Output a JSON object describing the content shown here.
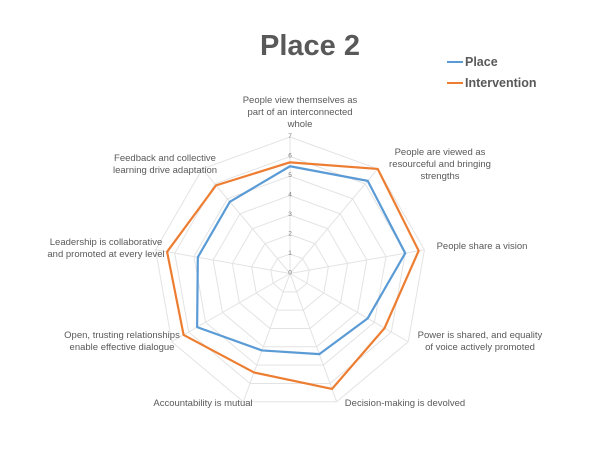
{
  "chart_data": {
    "type": "radar",
    "title": "Place 2",
    "categories": [
      "People view themselves as\npart of an interconnected\nwhole",
      "People are viewed as\nresourceful and bringing\nstrengths",
      "People share a vision",
      "Power is shared, and equality\nof voice actively promoted",
      "Decision-making is devolved",
      "Accountability is mutual",
      "Open, trusting relationships\nenable effective dialogue",
      "Leadership is collaborative\nand promoted at every level",
      "Feedback and collective\nlearning drive adaptation"
    ],
    "series": [
      {
        "name": "Place",
        "color": "#5b9bd5",
        "values": [
          5.5,
          6.2,
          6.0,
          4.6,
          4.4,
          4.2,
          5.5,
          4.8,
          4.8
        ]
      },
      {
        "name": "Intervention",
        "color": "#ed7d31",
        "values": [
          5.7,
          7.0,
          6.7,
          5.6,
          6.3,
          5.4,
          6.3,
          6.4,
          5.9
        ]
      }
    ],
    "radial_ticks": [
      "0",
      "1",
      "2",
      "3",
      "4",
      "5",
      "6",
      "7"
    ],
    "rlim": [
      0,
      7
    ],
    "grid": true,
    "legend_position": "top-right"
  }
}
